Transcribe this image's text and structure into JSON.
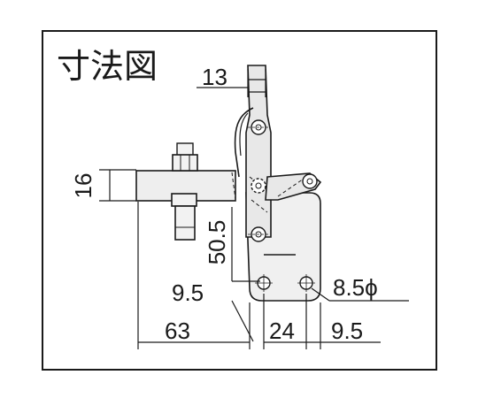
{
  "title": "寸法図",
  "dimensions": {
    "handle_height": "16",
    "bar_width": "13",
    "pivot_height": "50.5",
    "hole_offset_left": "9.5",
    "hole_pitch": "24",
    "hole_offset_right": "9.5",
    "overall_length": "63",
    "hole_diameter": "8.5ϕ"
  }
}
